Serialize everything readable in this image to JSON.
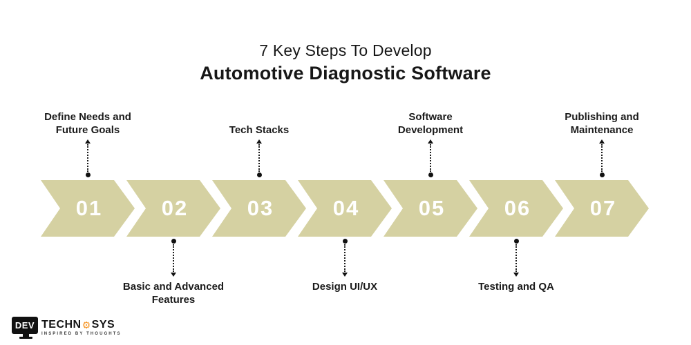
{
  "title": {
    "line1": "7 Key Steps To Develop",
    "line2": "Automotive Diagnostic Software"
  },
  "steps": [
    {
      "number": "01",
      "label": "Define Needs and Future Goals",
      "label_lines": [
        "Define Needs and",
        "Future Goals"
      ],
      "position": "top"
    },
    {
      "number": "02",
      "label": "Basic and Advanced Features",
      "label_lines": [
        "Basic and Advanced",
        "Features"
      ],
      "position": "bottom"
    },
    {
      "number": "03",
      "label": "Tech Stacks",
      "label_lines": [
        "Tech Stacks"
      ],
      "position": "top"
    },
    {
      "number": "04",
      "label": "Design UI/UX",
      "label_lines": [
        "Design UI/UX"
      ],
      "position": "bottom"
    },
    {
      "number": "05",
      "label": "Software Development",
      "label_lines": [
        "Software",
        "Development"
      ],
      "position": "top"
    },
    {
      "number": "06",
      "label": "Testing and QA",
      "label_lines": [
        "Testing and QA"
      ],
      "position": "bottom"
    },
    {
      "number": "07",
      "label": "Publishing and Maintenance",
      "label_lines": [
        "Publishing and",
        "Maintenance"
      ],
      "position": "top"
    }
  ],
  "colors": {
    "chevron": "#d5d1a2",
    "text": "#1b1b1b",
    "number_text": "#ffffff",
    "accent_orange": "#f6921e",
    "background": "#ffffff"
  },
  "logo": {
    "monitor_text": "DEV",
    "brand_left": "TECHN",
    "gear_icon": "gear-icon",
    "brand_right": "SYS",
    "tagline": "INSPIRED BY THOUGHTS"
  }
}
